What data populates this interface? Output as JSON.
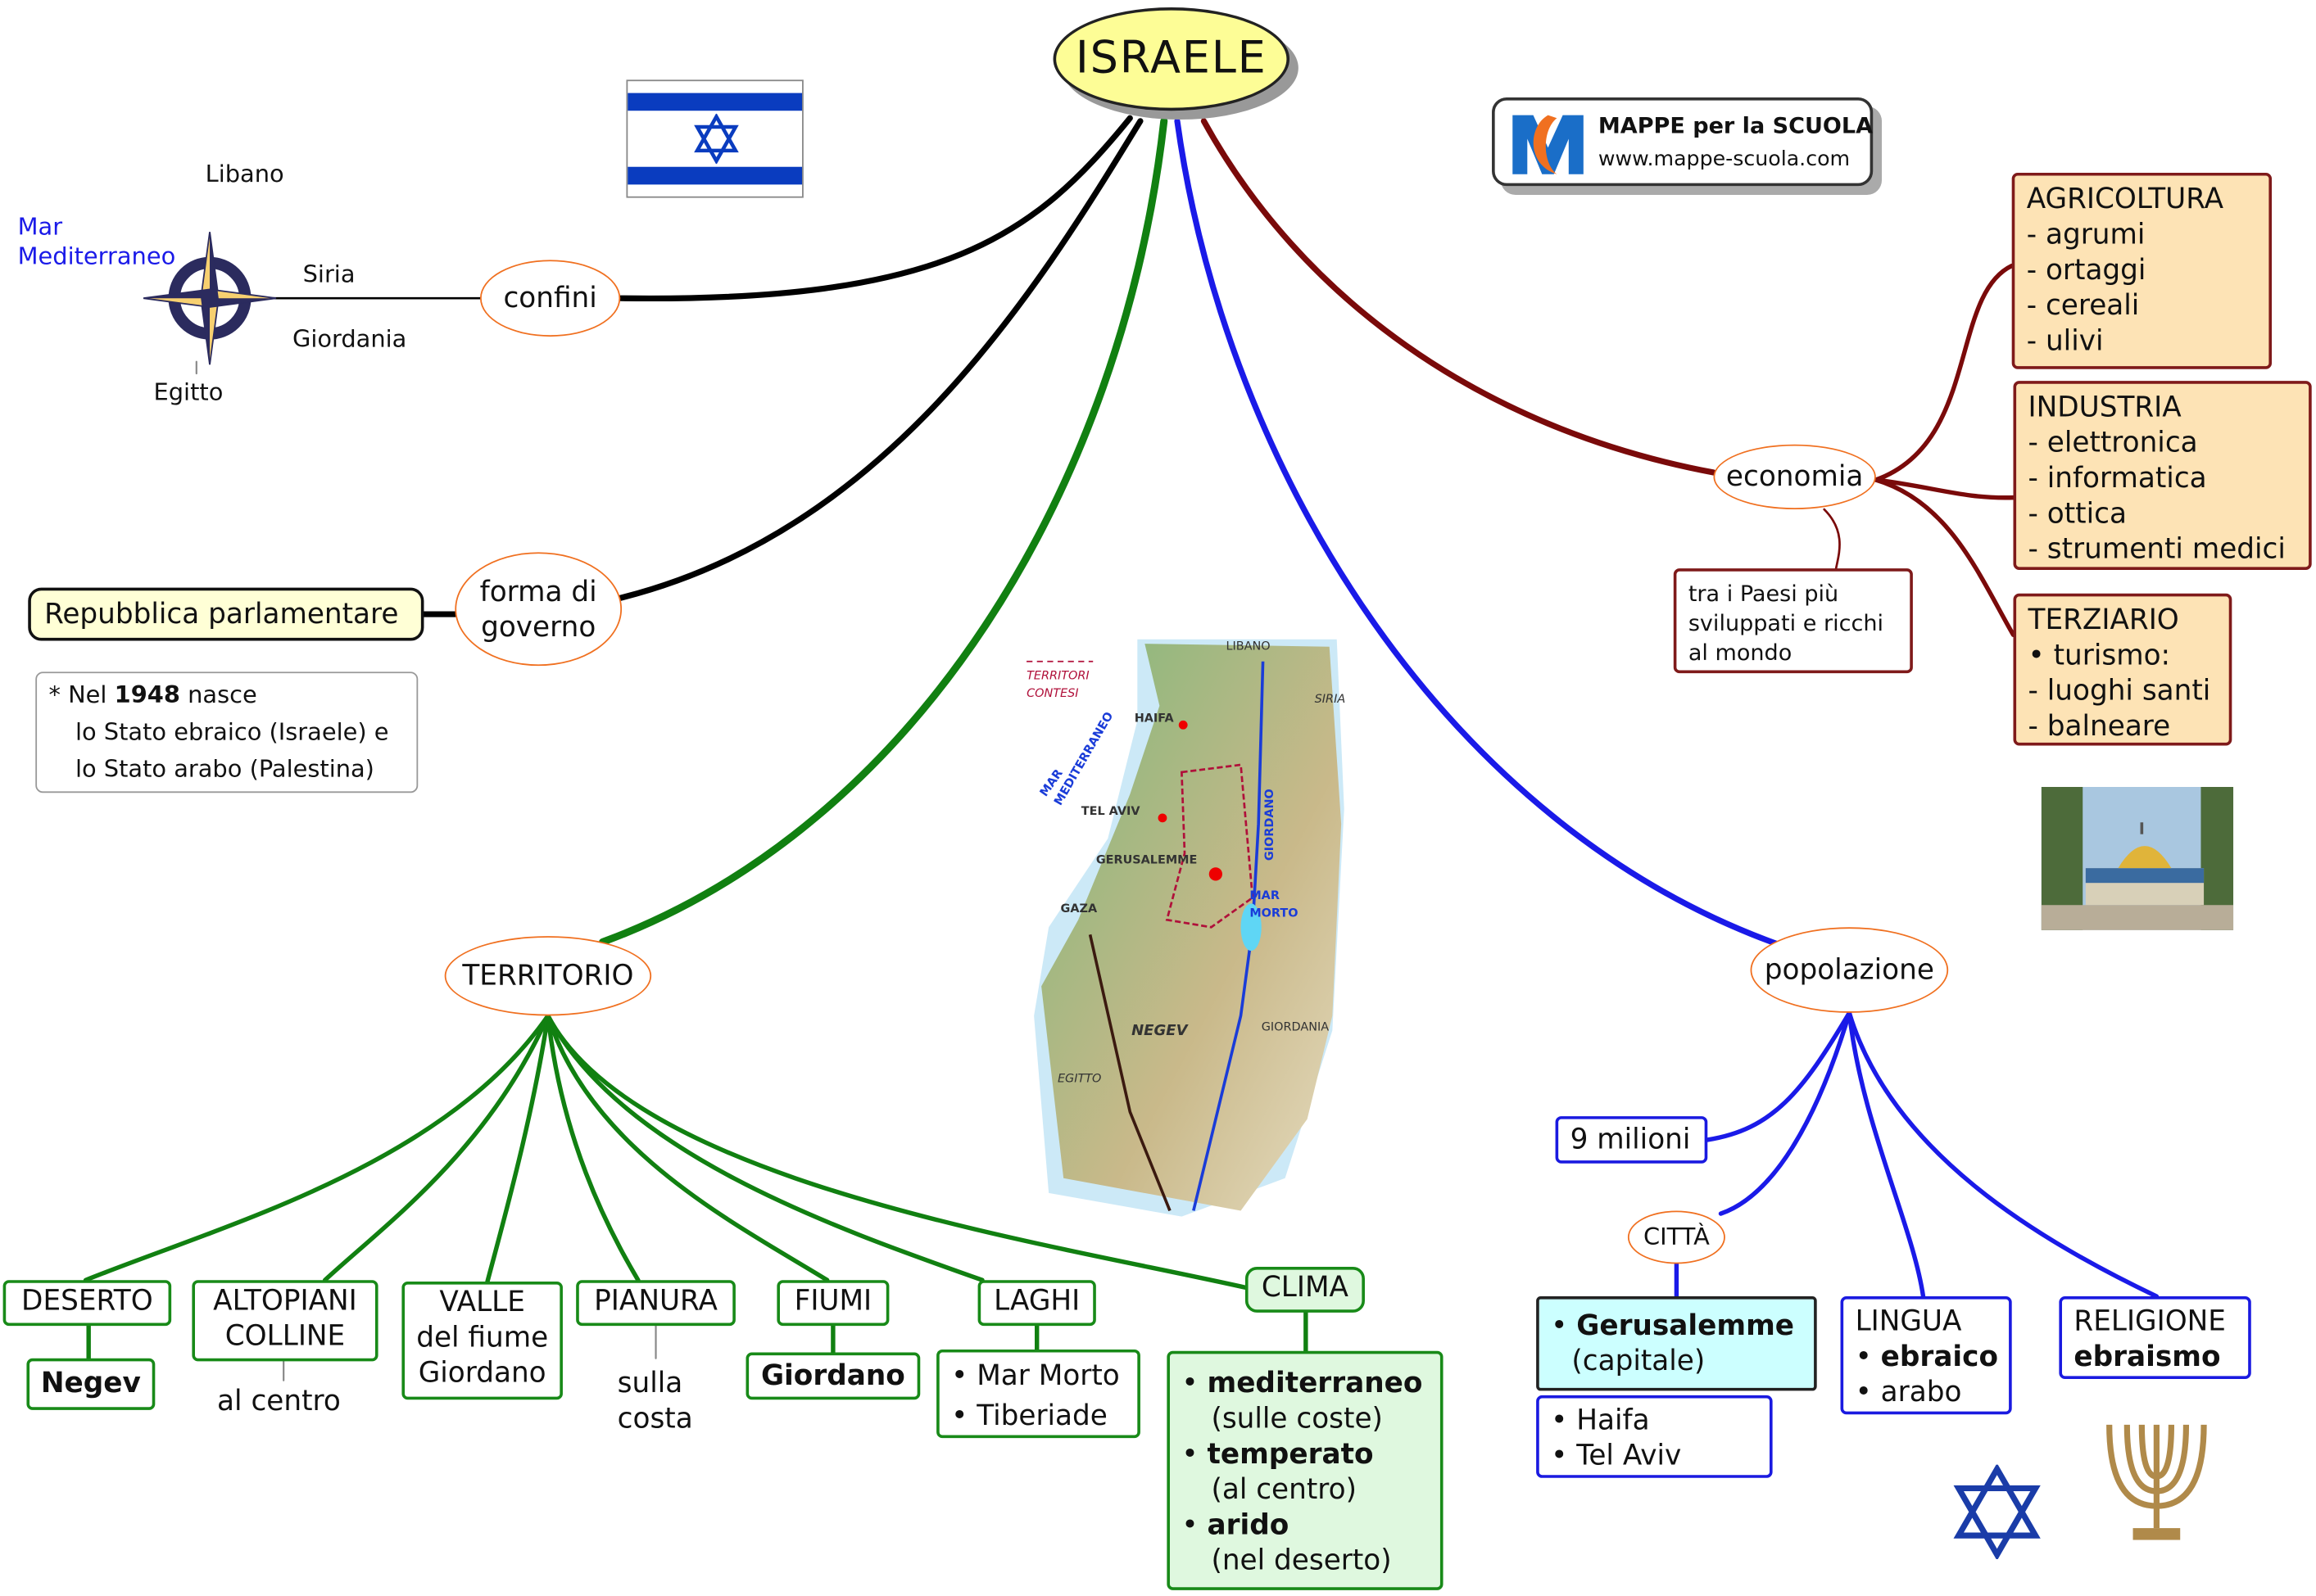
{
  "title": "ISRAELE",
  "logo": {
    "name": "MAPPE per la SCUOLA",
    "url": "www.mappe-scuola.com"
  },
  "confini": {
    "label": "confini",
    "north": "Libano",
    "west": "Mar Mediterraneo",
    "east_top": "Siria",
    "east_bottom": "Giordania",
    "south": "Egitto"
  },
  "governo": {
    "label": "forma di governo",
    "value": "Repubblica parlamentare",
    "note": {
      "star": "*",
      "l1a": "Nel",
      "year": "1948",
      "l1b": "nasce",
      "l2": "lo Stato ebraico (Israele) e",
      "l3": "lo Stato arabo (Palestina)"
    }
  },
  "territorio": {
    "label": "TERRITORIO",
    "deserto": {
      "label": "DESERTO",
      "value": "Negev"
    },
    "altopiani": {
      "label1": "ALTOPIANI",
      "label2": "COLLINE",
      "value": "al centro"
    },
    "valle": {
      "l1": "VALLE",
      "l2": "del fiume",
      "l3": "Giordano"
    },
    "pianura": {
      "label": "PIANURA",
      "v1": "sulla",
      "v2": "costa"
    },
    "fiumi": {
      "label": "FIUMI",
      "value": "Giordano"
    },
    "laghi": {
      "label": "LAGHI",
      "items": [
        "Mar Morto",
        "Tiberiade"
      ]
    },
    "clima": {
      "label": "CLIMA",
      "items": [
        {
          "name": "mediterraneo",
          "where": "(sulle coste)"
        },
        {
          "name": "temperato",
          "where": "(al centro)"
        },
        {
          "name": "arido",
          "where": "(nel deserto)"
        }
      ]
    }
  },
  "map": {
    "legend": [
      "TERRITORI",
      "CONTESI"
    ],
    "labels": {
      "libano": "LIBANO",
      "siria": "SIRIA",
      "haifa": "HAIFA",
      "mar": "MAR",
      "mediterraneo": "MEDITERRANEO",
      "telaviv": "TEL AVIV",
      "gerusalemme": "GERUSALEMME",
      "giordano": "GIORDANO",
      "gaza": "GAZA",
      "marmorto1": "MAR",
      "marmorto2": "MORTO",
      "negev": "NEGEV",
      "giordania": "GIORDANIA",
      "egitto": "EGITTO"
    }
  },
  "economia": {
    "label": "economia",
    "note": [
      "tra i Paesi più",
      "sviluppati e ricchi",
      "al mondo"
    ],
    "agricoltura": {
      "title": "AGRICOLTURA",
      "items": [
        "- agrumi",
        "- ortaggi",
        "- cereali",
        "- ulivi"
      ]
    },
    "industria": {
      "title": "INDUSTRIA",
      "items": [
        "- elettronica",
        "- informatica",
        "- ottica",
        "- strumenti medici"
      ]
    },
    "terziario": {
      "title": "TERZIARIO",
      "items": [
        "• turismo:",
        "- luoghi santi",
        "- balneare"
      ]
    }
  },
  "popolazione": {
    "label": "popolazione",
    "count": "9 milioni",
    "citta": "CITTÀ",
    "capitale": {
      "name": "Gerusalemme",
      "note": "(capitale)"
    },
    "altre": [
      "Haifa",
      "Tel Aviv"
    ],
    "lingua": {
      "title": "LINGUA",
      "items": [
        "ebraico",
        "arabo"
      ]
    },
    "religione": {
      "title": "RELIGIONE",
      "value": "ebraismo"
    }
  },
  "colors": {
    "black": "#000000",
    "green": "#118011",
    "blue": "#1a1ae8",
    "darkred": "#7a0a0a",
    "orange": "#f07020"
  }
}
